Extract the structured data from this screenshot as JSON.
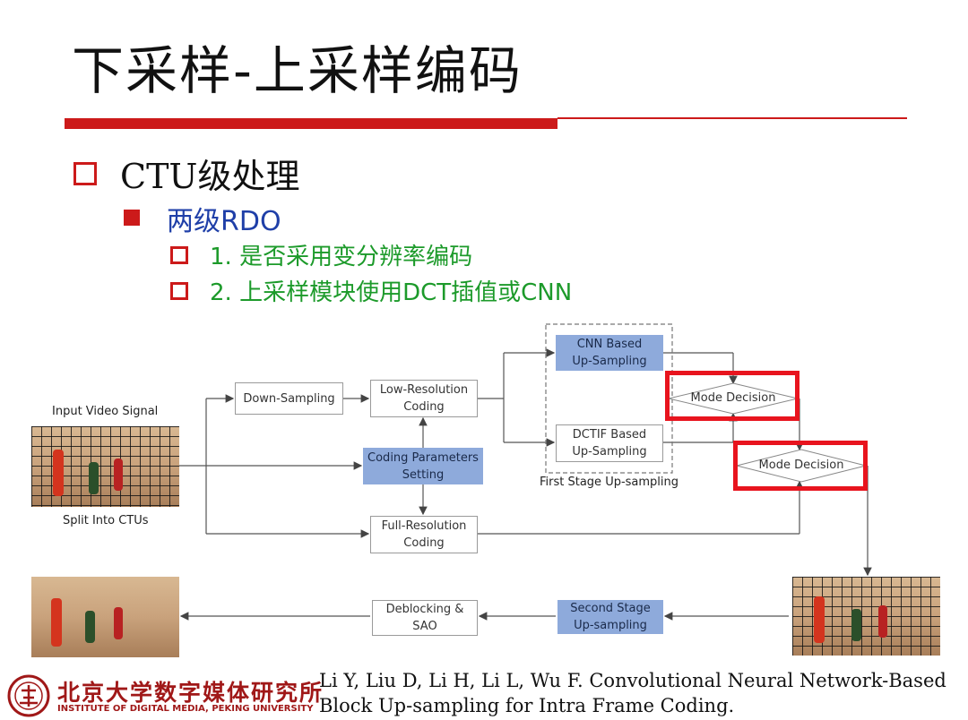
{
  "slide": {
    "title": "下采样-上采样编码",
    "bullets": {
      "level1": "CTU级处理",
      "level2": "两级RDO",
      "level3": [
        "1. 是否采用变分辨率编码",
        "2. 上采样模块使用DCT插值或CNN"
      ]
    }
  },
  "diagram": {
    "input_label": "Input Video Signal",
    "split_label": "Split Into CTUs",
    "down_sampling": "Down-Sampling",
    "low_res_coding": "Low-Resolution\nCoding",
    "coding_params": "Coding Parameters\nSetting",
    "full_res_coding": "Full-Resolution\nCoding",
    "cnn_upsampling": "CNN Based\nUp-Sampling",
    "dctif_upsampling": "DCTIF Based\nUp-Sampling",
    "first_stage_label": "First Stage Up-sampling",
    "mode_decision_1": "Mode Decision",
    "mode_decision_2": "Mode Decision",
    "second_stage": "Second Stage\nUp-sampling",
    "deblocking": "Deblocking &\nSAO",
    "colors": {
      "highlight": "#e8141e",
      "blue_box": "#8eaadb",
      "accent_red": "#cc1a1a"
    }
  },
  "footer": {
    "logo_icon": "peking-university-seal-icon",
    "institute_cn": "北京大学数字媒体研究所",
    "institute_en": "INSTITUTE OF DIGITAL MEDIA, PEKING UNIVERSITY",
    "citation_line1": "Li Y, Liu D, Li H, Li L, Wu F. Convolutional Neural Network-Based",
    "citation_line2": "Block Up-sampling for Intra Frame Coding."
  }
}
